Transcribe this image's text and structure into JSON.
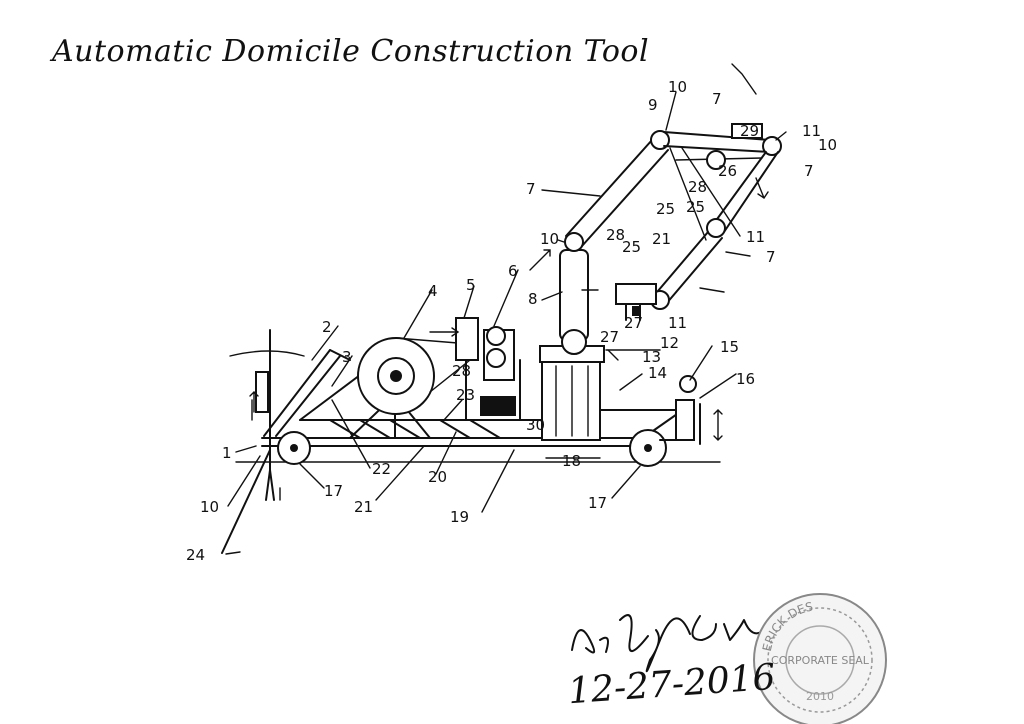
{
  "title": "Automatic Domicile Construction Tool",
  "date": "12-27-2016",
  "signature": "Br Eric J. Crus",
  "seal": {
    "text_top": "ERICK DES",
    "text_mid": "CORPORATE SEAL",
    "text_bottom": "2010"
  },
  "part_labels": {
    "l1": "1",
    "l2": "2",
    "l3": "3",
    "l4": "4",
    "l5": "5",
    "l6": "6",
    "l7a": "7",
    "l7b": "7",
    "l7c": "7",
    "l7d": "7",
    "l8": "8",
    "l9": "9",
    "l10a": "10",
    "l10b": "10",
    "l10c": "10",
    "l10d": "10",
    "l11a": "11",
    "l11b": "11",
    "l11c": "11",
    "l12": "12",
    "l13": "13",
    "l14": "14",
    "l15": "15",
    "l16": "16",
    "l17a": "17",
    "l17b": "17",
    "l18": "18",
    "l19": "19",
    "l20": "20",
    "l21a": "21",
    "l21b": "21",
    "l22": "22",
    "l23": "23",
    "l24": "24",
    "l25a": "25",
    "l25b": "25",
    "l25c": "25",
    "l26": "26",
    "l27a": "27",
    "l27b": "27",
    "l28a": "28",
    "l28b": "28",
    "l28c": "28",
    "l29": "29",
    "l30": "30"
  }
}
